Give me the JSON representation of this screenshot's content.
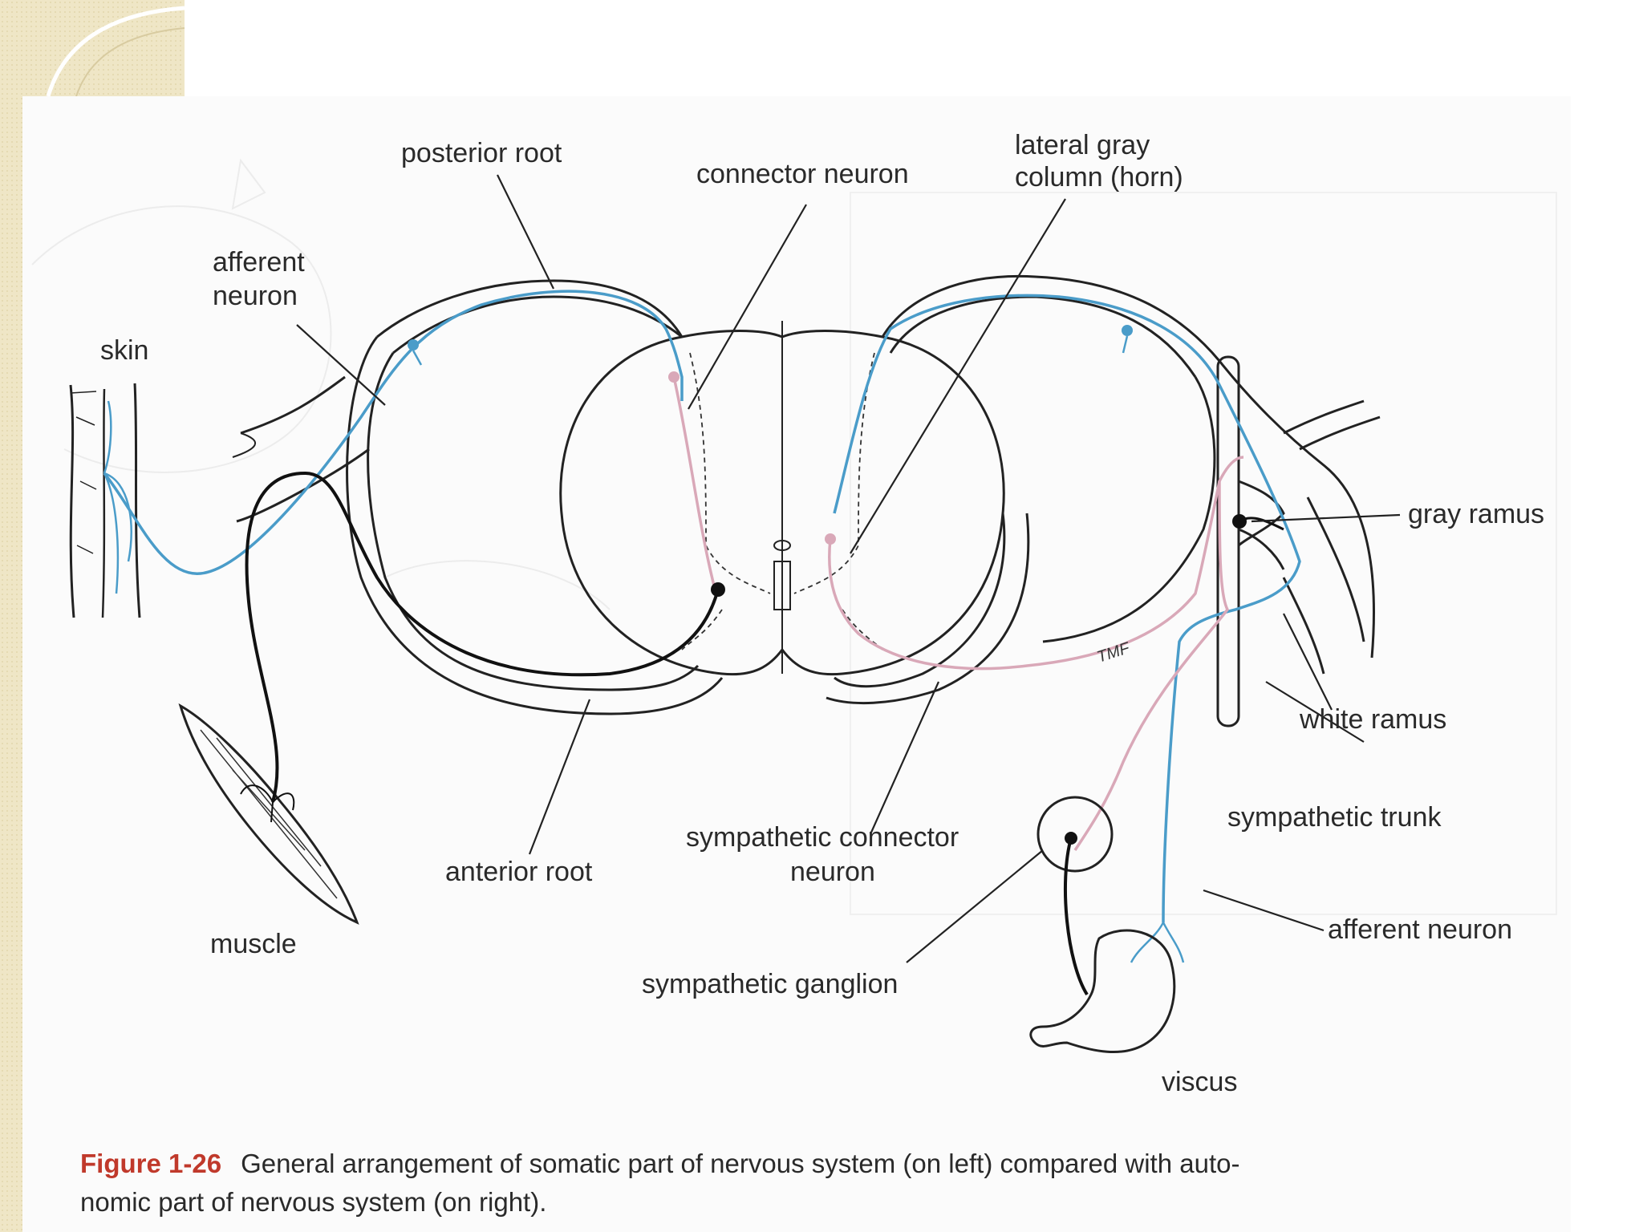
{
  "labels": {
    "posterior_root": "posterior root",
    "connector_neuron": "connector neuron",
    "lateral_gray_1": "lateral gray",
    "lateral_gray_2": "column (horn)",
    "afferent_neuron_1": "afferent",
    "afferent_neuron_2": "neuron",
    "skin": "skin",
    "gray_ramus": "gray ramus",
    "white_ramus": "white ramus",
    "sympathetic_trunk": "sympathetic trunk",
    "afferent_neuron_right": "afferent neuron",
    "sympathetic_connector_1": "sympathetic connector",
    "sympathetic_connector_2": "neuron",
    "anterior_root": "anterior root",
    "muscle": "muscle",
    "sympathetic_ganglion": "sympathetic ganglion",
    "viscus": "viscus",
    "initials": "TMF"
  },
  "caption": {
    "figure": "Figure 1-26",
    "line1": "General arrangement of somatic part of nervous system (on left) compared with auto-",
    "line2": "nomic part of nervous system (on right)."
  },
  "colors": {
    "afferent": "#4a9cc9",
    "efferent_sympathetic": "#d9a8b8",
    "motor": "#111111",
    "outline": "#222222"
  }
}
